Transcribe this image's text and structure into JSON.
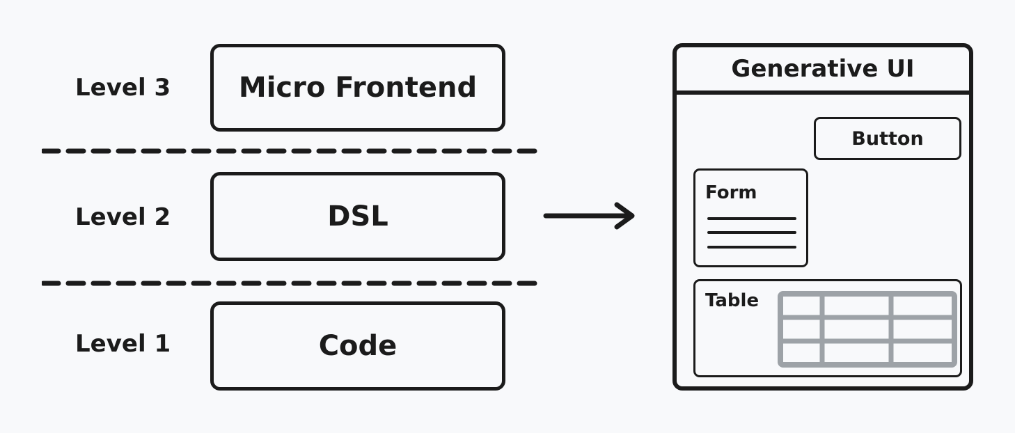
{
  "levels": [
    {
      "label": "Level 3",
      "box": "Micro Frontend"
    },
    {
      "label": "Level 2",
      "box": "DSL"
    },
    {
      "label": "Level 1",
      "box": "Code"
    }
  ],
  "generative_ui": {
    "title": "Generative UI",
    "button_label": "Button",
    "form_label": "Form",
    "table_label": "Table"
  },
  "colors": {
    "background": "#f8f9fb",
    "ink": "#1b1b1b",
    "table_grid": "#9da2a7"
  }
}
